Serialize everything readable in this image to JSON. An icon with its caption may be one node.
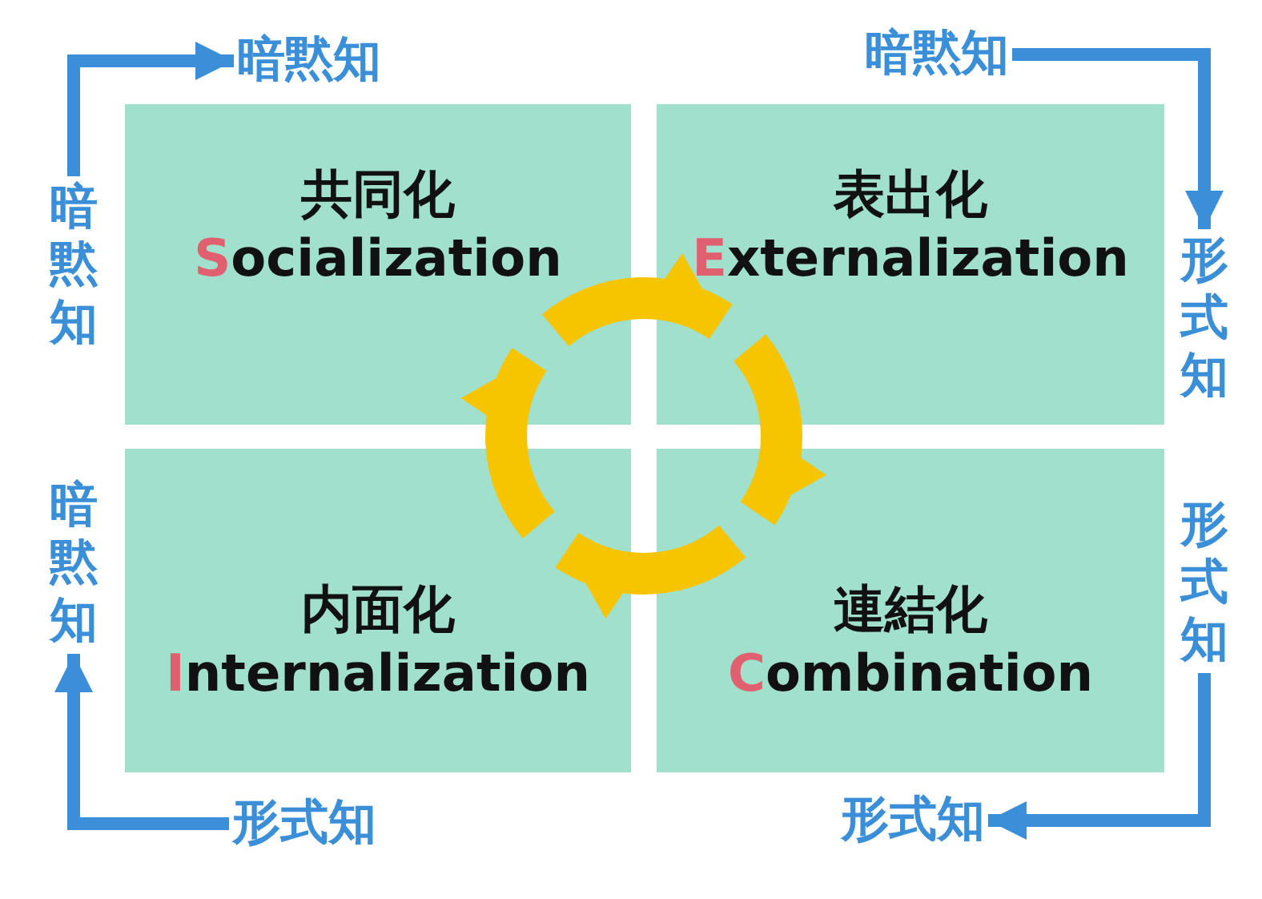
{
  "diagram": {
    "nodes": [
      {
        "text": [
          "共同化",
          "Socialization"
        ]
      },
      {
        "text": [
          "表出化",
          "Externalization"
        ]
      },
      {
        "text": [
          "内面化",
          "Internalization"
        ]
      },
      {
        "text": [
          "連結化",
          "Combination"
        ]
      },
      {
        "text": [
          "暗黙知"
        ]
      },
      {
        "text": [
          "暗黙知"
        ]
      },
      {
        "text": [
          "暗黙知"
        ]
      },
      {
        "text": [
          "形式知"
        ]
      },
      {
        "text": [
          "暗黙知"
        ]
      },
      {
        "text": [
          "形式知"
        ]
      },
      {
        "text": [
          "形式知"
        ]
      },
      {
        "text": [
          "形式知"
        ]
      }
    ],
    "edges": [
      {
        "from": 6,
        "to": 4,
        "arrow": "to"
      },
      {
        "from": 5,
        "to": 7,
        "arrow": "to"
      },
      {
        "from": 9,
        "to": 11,
        "arrow": "to"
      },
      {
        "from": 10,
        "to": 8,
        "arrow": "to"
      },
      {
        "from": 0,
        "to": 1,
        "arrow": "to",
        "style": "thick",
        "color": "#f7c400"
      },
      {
        "from": 1,
        "to": 3,
        "arrow": "to",
        "style": "thick",
        "color": "#f7c400"
      },
      {
        "from": 3,
        "to": 2,
        "arrow": "to",
        "style": "thick",
        "color": "#f7c400"
      },
      {
        "from": 2,
        "to": 0,
        "arrow": "to",
        "style": "thick",
        "color": "#f7c400"
      }
    ]
  }
}
